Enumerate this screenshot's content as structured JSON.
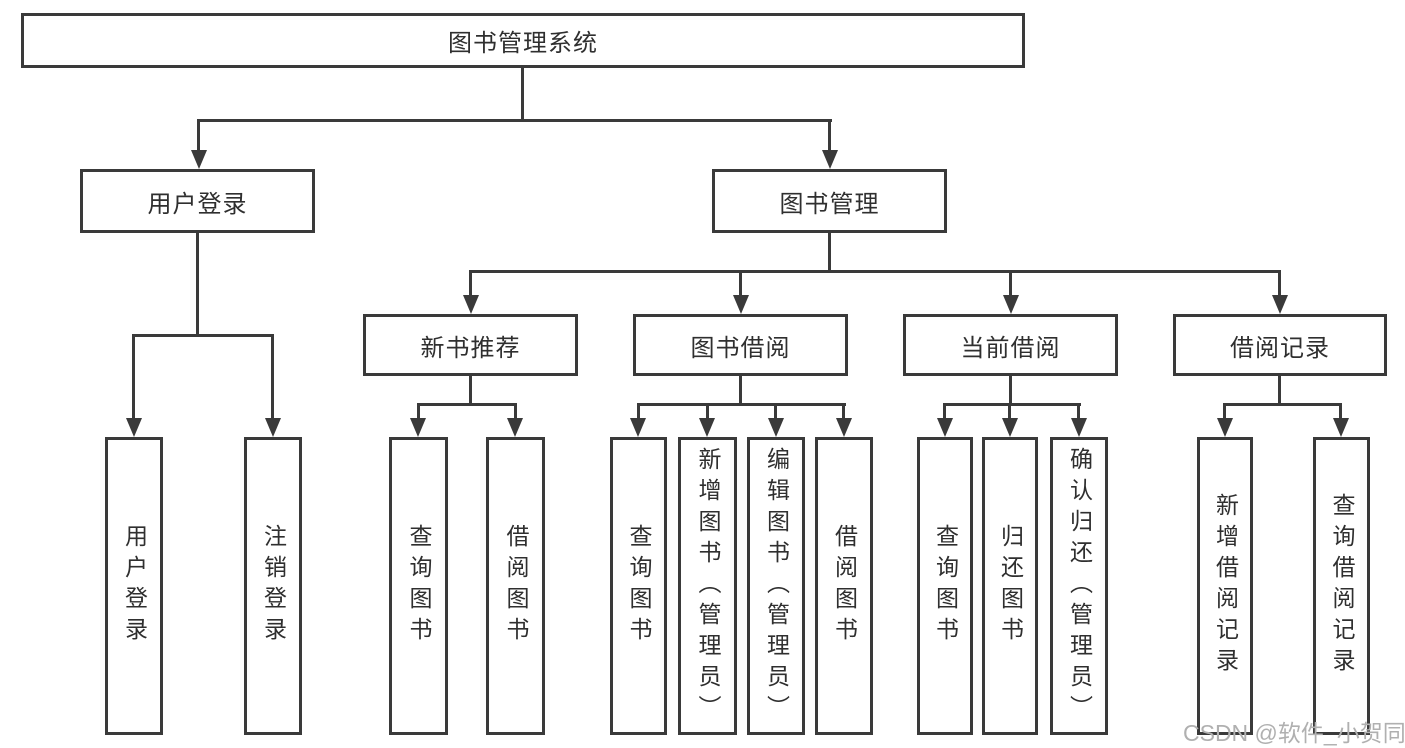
{
  "diagram": {
    "root": {
      "label": "图书管理系统"
    },
    "branches": [
      {
        "label": "用户登录",
        "children": [
          {
            "label": "用户登录"
          },
          {
            "label": "注销登录"
          }
        ]
      },
      {
        "label": "图书管理",
        "children": [
          {
            "label": "新书推荐",
            "children": [
              {
                "label": "查询图书"
              },
              {
                "label": "借阅图书"
              }
            ]
          },
          {
            "label": "图书借阅",
            "children": [
              {
                "label": "查询图书"
              },
              {
                "label": "新增图书（管理员）"
              },
              {
                "label": "编辑图书（管理员）"
              },
              {
                "label": "借阅图书"
              }
            ]
          },
          {
            "label": "当前借阅",
            "children": [
              {
                "label": "查询图书"
              },
              {
                "label": "归还图书"
              },
              {
                "label": "确认归还（管理员）"
              }
            ]
          },
          {
            "label": "借阅记录",
            "children": [
              {
                "label": "新增借阅记录"
              },
              {
                "label": "查询借阅记录"
              }
            ]
          }
        ]
      }
    ],
    "watermark": "CSDN @软件_小贺同学",
    "colors": {
      "line": "#3a3a3a",
      "text": "#2f2f2f",
      "watermark": "#b0b0b0",
      "background": "#ffffff"
    }
  }
}
